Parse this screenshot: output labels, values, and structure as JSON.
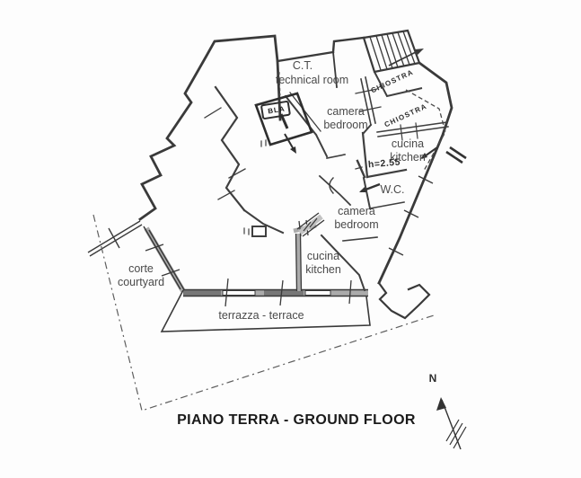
{
  "document": {
    "title": "PIANO TERRA - GROUND FLOOR"
  },
  "plan": {
    "rooms": {
      "technical": {
        "abbr": "C.T.",
        "name": "technical room"
      },
      "bedroom_top": {
        "it": "camera",
        "en": "bedroom"
      },
      "kitchen_top": {
        "it": "cucina",
        "en": "kitchen"
      },
      "wc": {
        "label": "W.C."
      },
      "bedroom_mid": {
        "it": "camera",
        "en": "bedroom"
      },
      "kitchen_bottom": {
        "it": "cucina",
        "en": "kitchen"
      },
      "courtyard": {
        "it": "corte",
        "en": "courtyard"
      },
      "terrace": {
        "label": "terrazza - terrace"
      }
    },
    "annotations": {
      "chiostra_upper": "CHIOSTRA",
      "chiostra_lower": "CHIOSTRA",
      "ceiling_height": "h=2.55",
      "stair_box": "BLA",
      "north": "N"
    }
  },
  "colors": {
    "wall": "#3a3a3a",
    "label_text": "#4a4a4a",
    "background": "#fdfdfd"
  }
}
